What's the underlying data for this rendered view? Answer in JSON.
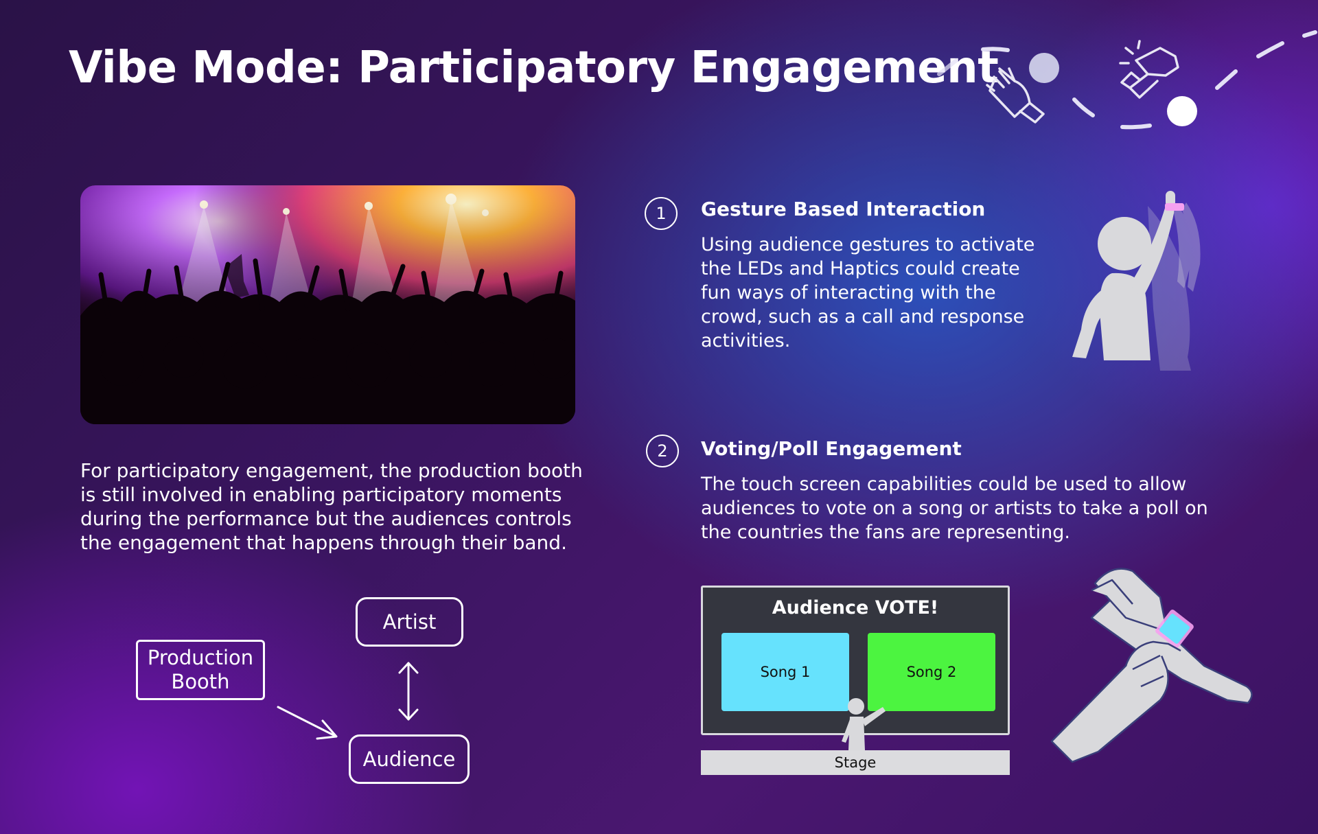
{
  "title": "Vibe Mode: Participatory Engagement",
  "intro_text": "For participatory engagement, the production booth is still involved in enabling participatory moments during the performance but the audiences controls the engagement that happens through their band.",
  "flow": {
    "artist": "Artist",
    "booth": "Production Booth",
    "audience": "Audience"
  },
  "features": [
    {
      "number": "1",
      "heading": "Gesture Based Interaction",
      "description": "Using audience gestures to activate the LEDs and Haptics could create fun ways of interacting with the crowd, such as a call and response activities."
    },
    {
      "number": "2",
      "heading": "Voting/Poll Engagement",
      "description": "The touch screen capabilities could be used to allow audiences to vote on a song or artists to take a poll on the countries the fans are representing."
    }
  ],
  "vote_screen": {
    "title": "Audience VOTE!",
    "option_1": "Song 1",
    "option_2": "Song 2",
    "stage_label": "Stage"
  },
  "colors": {
    "song_1": "#66e2fd",
    "song_2": "#4cf440",
    "wristband": "#f5a0f0",
    "figure": "#d9d9dc"
  },
  "icons": [
    "hand-wave-icon",
    "fist-bump-icon"
  ]
}
